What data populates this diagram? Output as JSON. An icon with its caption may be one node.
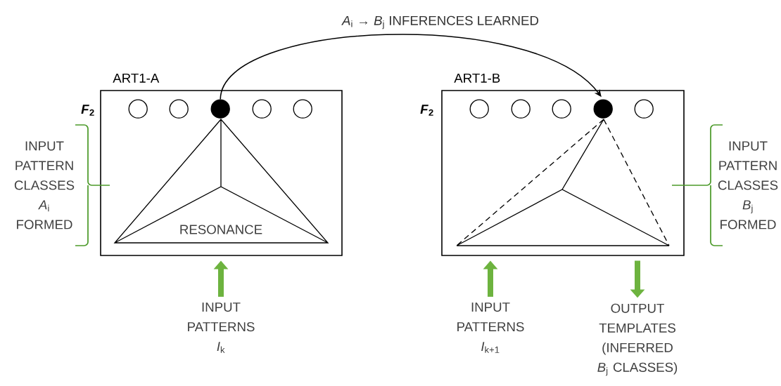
{
  "diagram": {
    "nodes": [
      {
        "text": [
          "ART1-A"
        ],
        "beside": [
          "*F*$_{2}$"
        ]
      },
      {
        "text": [],
        "shape": "circle",
        "in": 0
      },
      {
        "text": [],
        "shape": "circle",
        "in": 0
      },
      {
        "text": [],
        "shape": "circle",
        "in": 0
      },
      {
        "text": [],
        "shape": "circle",
        "in": 0
      },
      {
        "text": [],
        "shape": "circle",
        "in": 0
      },
      {
        "text": [
          "ART1-B"
        ],
        "beside": [
          "*F*$_{2}$"
        ]
      },
      {
        "text": [],
        "shape": "circle",
        "in": 6
      },
      {
        "text": [],
        "shape": "circle",
        "in": 6
      },
      {
        "text": [],
        "shape": "circle",
        "in": 6
      },
      {
        "text": [],
        "shape": "circle",
        "in": 6
      },
      {
        "text": [],
        "shape": "circle",
        "in": 6
      },
      {
        "text": [
          "INPUT PATTERNS *I*$_{k}$"
        ]
      },
      {
        "text": [
          "INPUT PATTERNS *I*$_{k+1}$"
        ]
      },
      {
        "text": [
          "OUTPUT TEMPLATES (INFERRED *B*$_{j}$ CLASSES)"
        ]
      }
    ],
    "edges": [
      {
        "from": 3,
        "to": 10,
        "arrow": "to",
        "color": "#000000",
        "label": "*A*$_{i}$ → *B*$_{j}$ INFERENCES LEARNED"
      },
      {
        "from": 12,
        "to": 0,
        "arrow": "to"
      },
      {
        "from": 13,
        "to": 6,
        "arrow": "to"
      },
      {
        "from": 6,
        "to": 14,
        "arrow": "to"
      }
    ],
    "labels": [
      "RESONANCE",
      "INPUT PATTERN CLASSES *A*$_{i}$ FORMED",
      "INPUT PATTERN CLASSES *B*$_{j}$ FORMED"
    ]
  }
}
